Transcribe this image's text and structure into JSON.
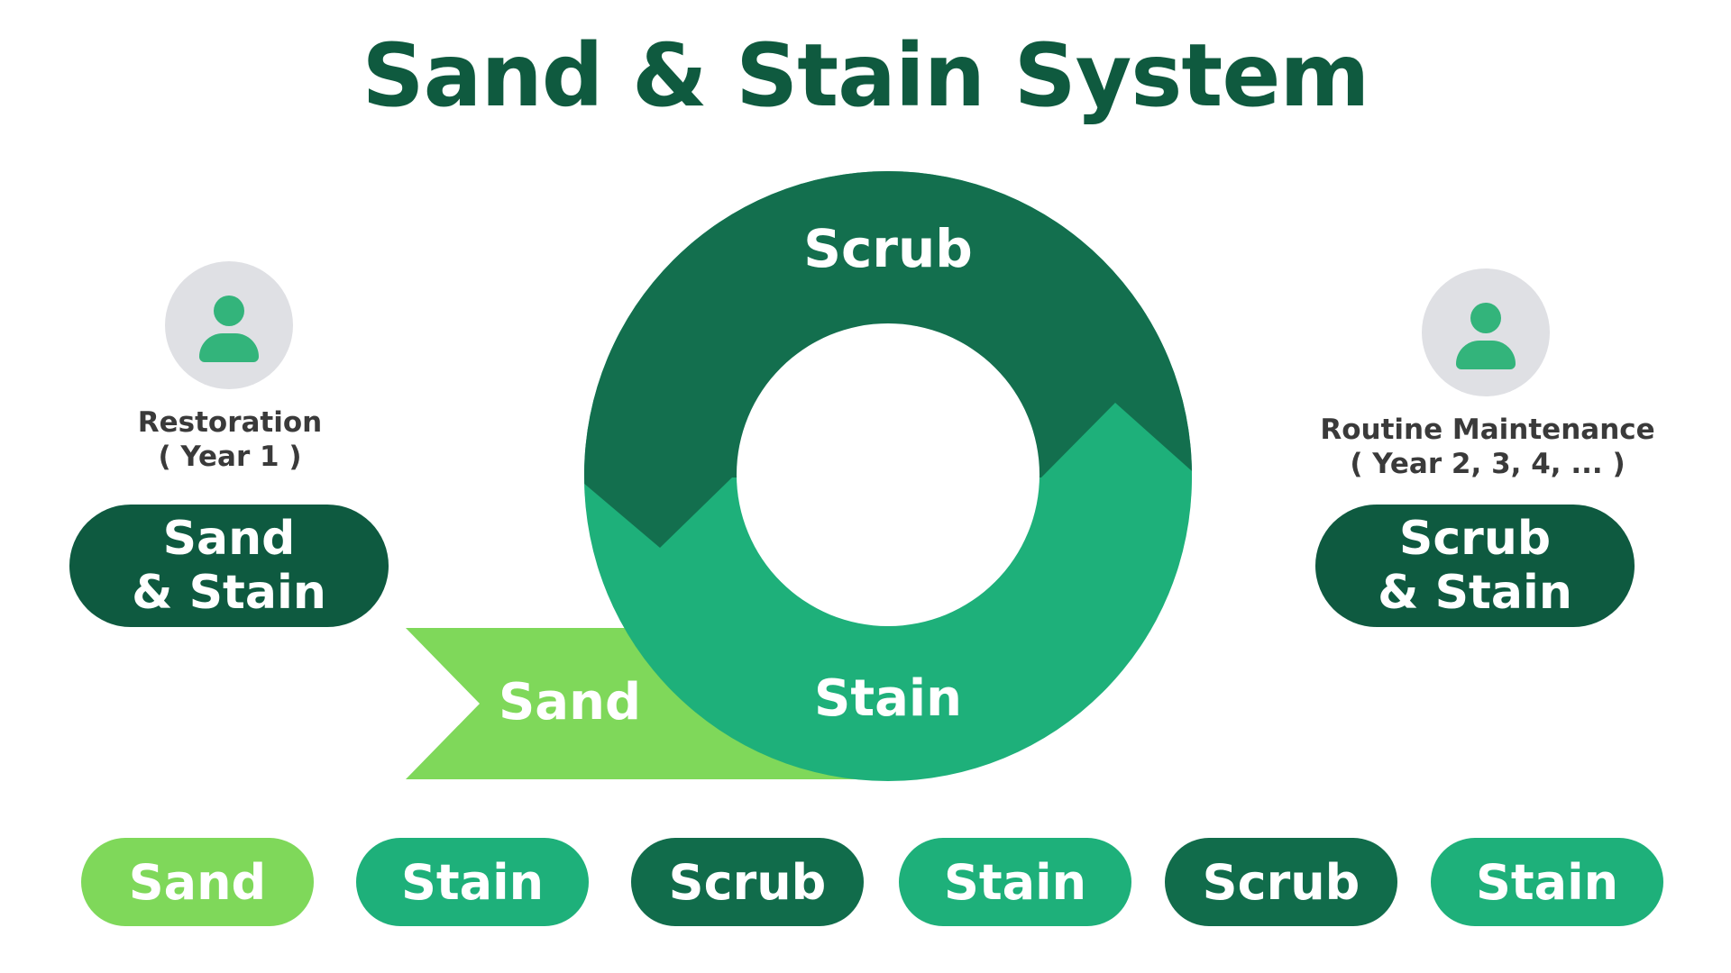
{
  "title": "Sand & Stain System",
  "colors": {
    "dark_green": "#0e5a40",
    "forest_green": "#136f4e",
    "medium_green": "#1eb07a",
    "light_green": "#7fd85a",
    "gray": "#dfe0e4",
    "avatar_green": "#33b47b"
  },
  "cycle": {
    "top_label": "Scrub",
    "bottom_label": "Stain",
    "entry_label": "Sand"
  },
  "left_panel": {
    "icon": "person-icon",
    "caption_line1": "Restoration",
    "caption_line2": "( Year 1 )",
    "pill_line1": "Sand",
    "pill_line2": "& Stain"
  },
  "right_panel": {
    "icon": "person-icon",
    "caption_line1": "Routine Maintenance",
    "caption_line2": "( Year 2, 3, 4, ... )",
    "pill_line1": "Scrub",
    "pill_line2": "& Stain"
  },
  "sequence": [
    {
      "label": "Sand",
      "tone": "light"
    },
    {
      "label": "Stain",
      "tone": "mid"
    },
    {
      "label": "Scrub",
      "tone": "dark"
    },
    {
      "label": "Stain",
      "tone": "mid"
    },
    {
      "label": "Scrub",
      "tone": "dark"
    },
    {
      "label": "Stain",
      "tone": "mid"
    }
  ]
}
